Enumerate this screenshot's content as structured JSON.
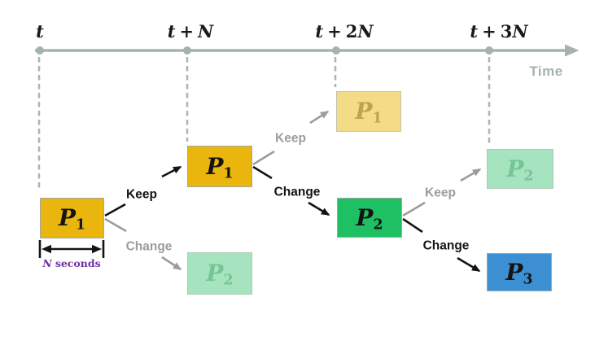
{
  "palette": {
    "gold": "#EAB60E",
    "gold_faded": "#F4DC86",
    "gold_faded_text": "#BFA24D",
    "green": "#1FBF63",
    "green_faded": "#A6E3BF",
    "green_faded_text": "#76C595",
    "blue": "#3D8FD4",
    "axis_gray": "#A5B2B2",
    "muted_gray": "#9C9C9C",
    "ink": "#141414",
    "purple": "#7030A0"
  },
  "timeline": {
    "axis_label": "Time",
    "ticks": [
      {
        "base": "t",
        "op": "",
        "coef": "",
        "addend": ""
      },
      {
        "base": "t",
        "op": "+",
        "coef": "",
        "addend": "N"
      },
      {
        "base": "t",
        "op": "+",
        "coef": "2",
        "addend": "N"
      },
      {
        "base": "t",
        "op": "+",
        "coef": "3",
        "addend": "N"
      }
    ]
  },
  "boxes": [
    {
      "label": "P",
      "sub": "1",
      "state": "active",
      "position": "at t"
    },
    {
      "label": "P",
      "sub": "1",
      "state": "active",
      "position": "at t+N"
    },
    {
      "label": "P",
      "sub": "1",
      "state": "candidate",
      "position": "at t+2N kept"
    },
    {
      "label": "P",
      "sub": "2",
      "state": "active",
      "position": "at t+2N changed"
    },
    {
      "label": "P",
      "sub": "2",
      "state": "candidate",
      "position": "at t+N changed"
    },
    {
      "label": "P",
      "sub": "2",
      "state": "candidate",
      "position": "at t+3N kept"
    },
    {
      "label": "P",
      "sub": "3",
      "state": "active",
      "position": "at t+3N changed"
    }
  ],
  "decisions": [
    {
      "keep": "Keep",
      "change": "Change",
      "chosen": "Keep"
    },
    {
      "keep": "Keep",
      "change": "Change",
      "chosen": "Change"
    },
    {
      "keep": "Keep",
      "change": "Change",
      "chosen": "Change"
    }
  ],
  "measurement": {
    "symbol": "N",
    "unit": "seconds"
  }
}
